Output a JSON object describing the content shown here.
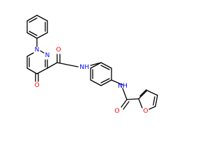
{
  "molecule": {
    "atoms": {
      "n_ring": "N",
      "n_ring2": "N",
      "o_keto": "O",
      "o_amide1": "O",
      "nh1": "NH",
      "nh2": "NH",
      "o_amide2": "O",
      "o_furan": "O"
    },
    "colors": {
      "bond": "#000000",
      "nitrogen": "#0000ff",
      "oxygen": "#ff0000"
    }
  }
}
